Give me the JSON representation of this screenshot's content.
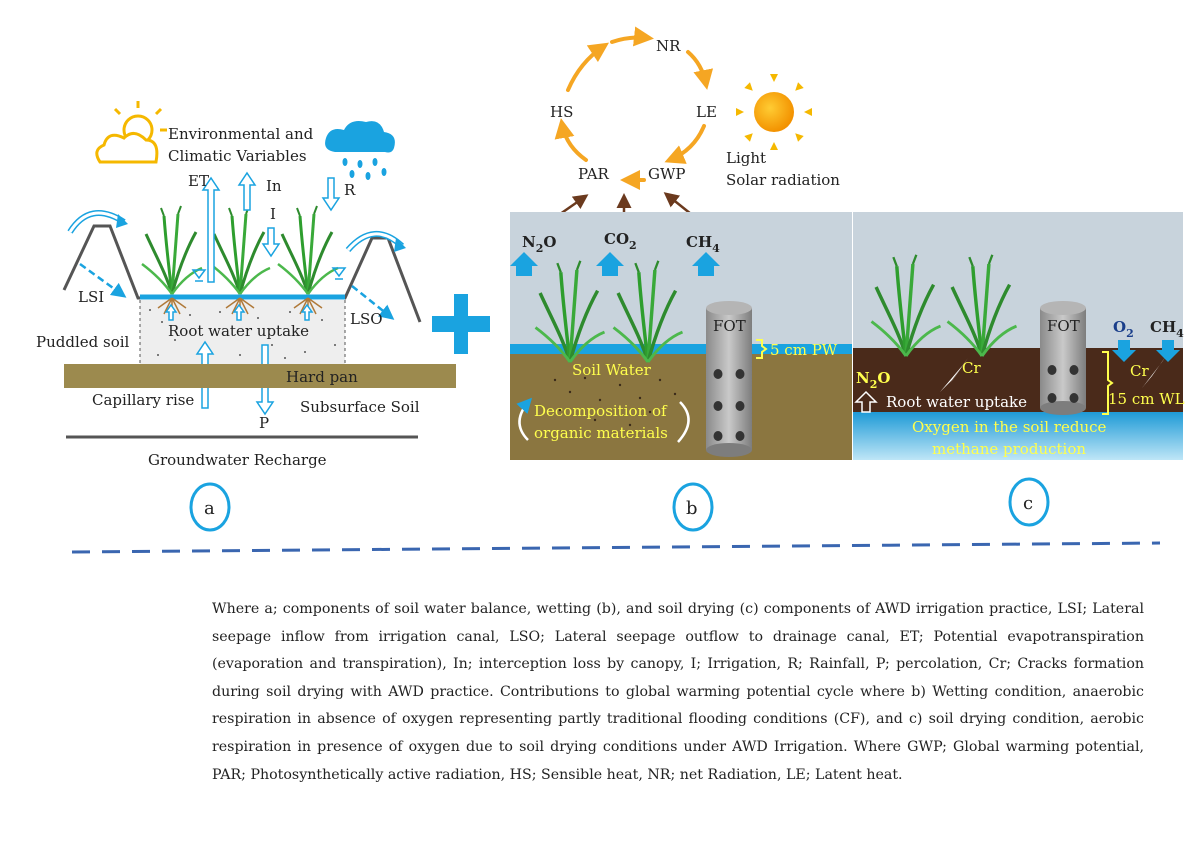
{
  "panel_a": {
    "title": "Environmental and Climatic Variables",
    "title_line1": "Environmental and",
    "title_line2": "Climatic Variables",
    "et": "ET",
    "in": "In",
    "r": "R",
    "i": "I",
    "lsi": "LSI",
    "lso": "LSO",
    "puddled_soil": "Puddled soil",
    "root_water_uptake": "Root water uptake",
    "hard_pan": "Hard pan",
    "capillary_rise": "Capillary rise",
    "subsurface_soil": "Subsurface Soil",
    "p": "P",
    "groundwater_recharge": "Groundwater Recharge",
    "badge": "a"
  },
  "cycle": {
    "nr": "NR",
    "hs": "HS",
    "le": "LE",
    "par": "PAR",
    "gwp": "GWP",
    "light_line1": "Light",
    "light_line2": "Solar radiation"
  },
  "panel_b": {
    "n2o": "N",
    "n2o_sub": "2",
    "n2o_end": "O",
    "co2": "CO",
    "co2_sub": "2",
    "ch4": "CH",
    "ch4_sub": "4",
    "fot": "FOT",
    "pw": "5 cm PW",
    "soil_water": "Soil Water",
    "decomp_line1": "Decomposition of",
    "decomp_line2": "organic materials",
    "badge": "b"
  },
  "panel_c": {
    "fot": "FOT",
    "o2": "O",
    "o2_sub": "2",
    "ch4": "CH",
    "ch4_sub": "4",
    "cr": "Cr",
    "cr_right": "Cr",
    "wl": "15 cm WL",
    "n2o": "N",
    "n2o_sub": "2",
    "n2o_end": "O",
    "root_water_uptake": "Root water uptake",
    "oxygen_line1": "Oxygen in the soil reduce",
    "oxygen_line2": "methane production",
    "badge": "c"
  },
  "caption": "Where a; components of soil water balance, wetting (b), and soil drying (c) components of AWD irrigation practice, LSI; Lateral seepage inflow from irrigation canal, LSO; Lateral seepage outflow to drainage canal, ET; Potential evapotranspiration (evaporation and transpiration), In; interception loss by canopy, I; Irrigation, R; Rainfall, P; percolation, Cr; Cracks formation during soil drying with AWD practice. Contributions to global warming potential cycle where b) Wetting condition, anaerobic respiration in absence of oxygen representing partly traditional flooding conditions (CF), and c) soil drying condition, aerobic respiration in presence of oxygen due to soil drying conditions under AWD Irrigation. Where GWP; Global warming potential, PAR; Photosynthetically active radiation, HS; Sensible heat, NR; net Radiation, LE; Latent heat.",
  "colors": {
    "blue_arrow": "#1aa3e0",
    "orange_arrow": "#f5a623",
    "hardpan": "#9c8a4e",
    "soil_brown": "#8b7640",
    "dark_soil": "#4a2a1a",
    "water_blue": "#29a8e0",
    "yellow_text": "#ffff4d",
    "dashed_line": "#3a66b0"
  }
}
